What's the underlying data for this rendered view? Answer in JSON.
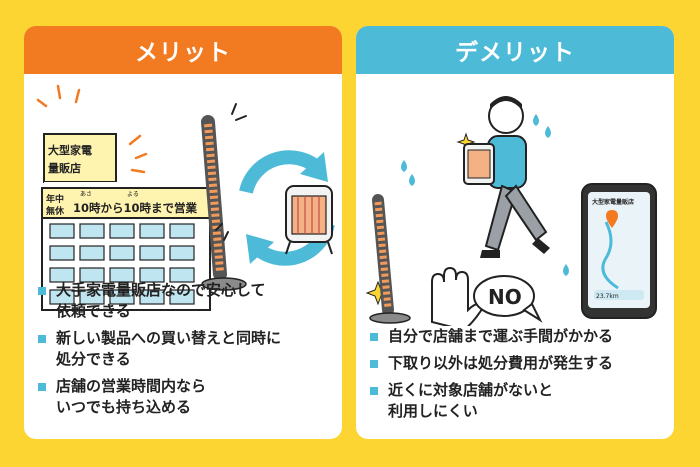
{
  "merit": {
    "title": "メリット",
    "sign": {
      "line1": "大型家電",
      "line2": "量販店"
    },
    "hours": {
      "side1": "年中",
      "side2": "無休",
      "ruby_asa": "あさ",
      "ruby_yoru": "よる",
      "text": "10時から10時まで営業"
    },
    "points": [
      "大手家電量販店なので安心して\n依頼できる",
      "新しい製品への買い替えと同時に\n処分できる",
      "店舗の営業時間内なら\nいつでも持ち込める"
    ]
  },
  "demerit": {
    "title": "デメリット",
    "no_label": "NO",
    "phone": {
      "title": "大型家電量販店",
      "distance": "23.7km"
    },
    "points": [
      "自分で店舗まで運ぶ手間がかかる",
      "下取り以外は処分費用が発生する",
      "近くに対象店舗がないと\n利用しにくい"
    ]
  },
  "colors": {
    "background": "#fcd532",
    "merit_header": "#f27a21",
    "demerit_header": "#4dbad8",
    "accent": "#4dbad8"
  }
}
